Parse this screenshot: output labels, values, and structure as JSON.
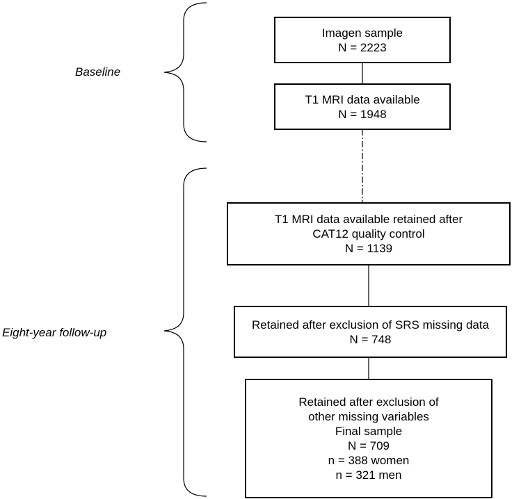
{
  "phases": {
    "baseline": "Baseline",
    "followup": "Eight-year follow-up"
  },
  "boxes": [
    {
      "lines": [
        "Imagen sample",
        "N = 2223"
      ]
    },
    {
      "lines": [
        "T1 MRI data available",
        "N = 1948"
      ]
    },
    {
      "lines": [
        "T1 MRI data available retained after",
        "CAT12 quality control",
        "N = 1139"
      ]
    },
    {
      "lines": [
        "Retained after exclusion of SRS missing data",
        "N = 748"
      ]
    },
    {
      "lines": [
        "Retained after exclusion of",
        "other missing variables",
        "Final sample",
        "N = 709",
        "n = 388 women",
        "n = 321 men"
      ]
    }
  ]
}
